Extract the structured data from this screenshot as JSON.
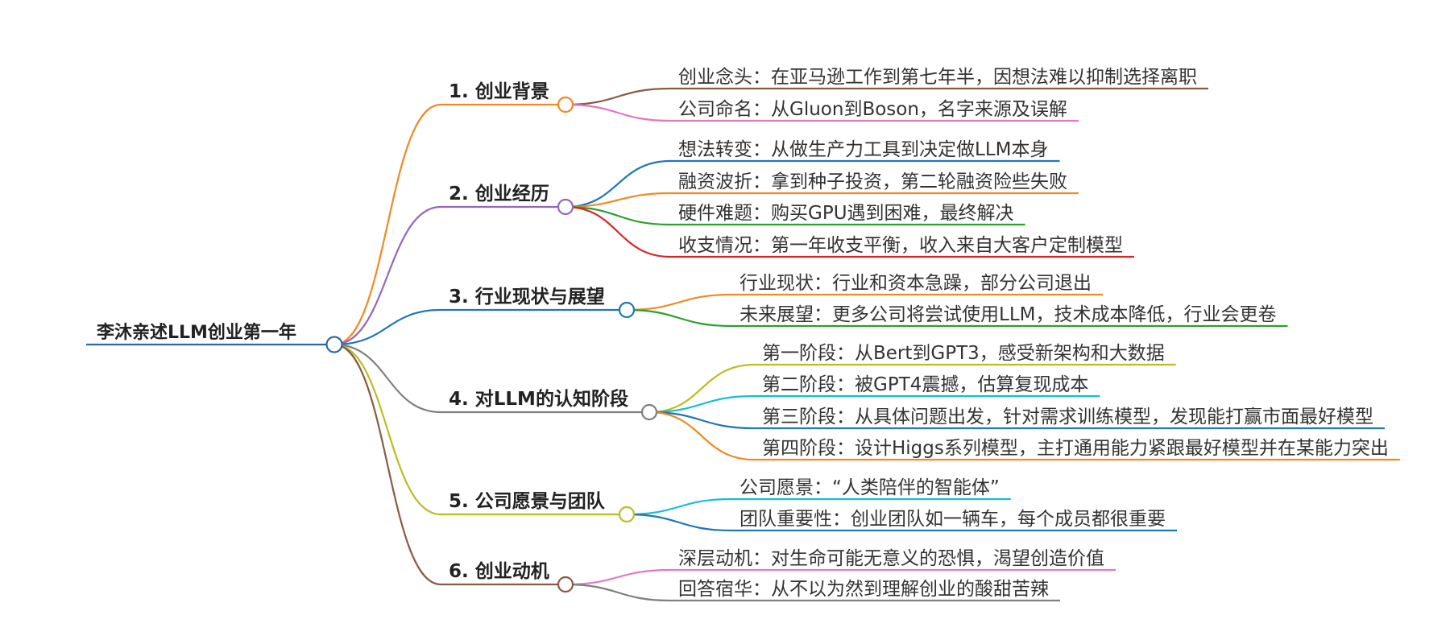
{
  "mindmap": {
    "root": {
      "label": "李沐亲述LLM创业第一年",
      "color": "#2b6aa8"
    },
    "branches": [
      {
        "label": "1. 创业背景",
        "color": "#f08a24",
        "children": [
          {
            "label": "创业念头：在亚马逊工作到第七年半，因想法难以抑制选择离职",
            "color": "#8a5a44"
          },
          {
            "label": "公司命名：从Gluon到Boson，名字来源及误解",
            "color": "#e377c2"
          }
        ]
      },
      {
        "label": "2. 创业经历",
        "color": "#9467bd",
        "children": [
          {
            "label": "想法转变：从做生产力工具到决定做LLM本身",
            "color": "#1f77b4"
          },
          {
            "label": "融资波折：拿到种子投资，第二轮融资险些失败",
            "color": "#f08a24"
          },
          {
            "label": "硬件难题：购买GPU遇到困难，最终解决",
            "color": "#2ca02c"
          },
          {
            "label": "收支情况：第一年收支平衡，收入来自大客户定制模型",
            "color": "#d62728"
          }
        ]
      },
      {
        "label": "3. 行业现状与展望",
        "color": "#1f77b4",
        "children": [
          {
            "label": "行业现状：行业和资本急躁，部分公司退出",
            "color": "#f08a24"
          },
          {
            "label": "未来展望：更多公司将尝试使用LLM，技术成本降低，行业会更卷",
            "color": "#2ca02c"
          }
        ]
      },
      {
        "label": "4. 对LLM的认知阶段",
        "color": "#7f7f7f",
        "children": [
          {
            "label": "第一阶段：从Bert到GPT3，感受新架构和大数据",
            "color": "#bcbd22"
          },
          {
            "label": "第二阶段：被GPT4震撼，估算复现成本",
            "color": "#17becf"
          },
          {
            "label": "第三阶段：从具体问题出发，针对需求训练模型，发现能打赢市面最好模型",
            "color": "#1f77b4"
          },
          {
            "label": "第四阶段：设计Higgs系列模型，主打通用能力紧跟最好模型并在某能力突出",
            "color": "#f08a24"
          }
        ]
      },
      {
        "label": "5. 公司愿景与团队",
        "color": "#bcbd22",
        "children": [
          {
            "label": "公司愿景：“人类陪伴的智能体”",
            "color": "#17becf"
          },
          {
            "label": "团队重要性：创业团队如一辆车，每个成员都很重要",
            "color": "#1f77b4"
          }
        ]
      },
      {
        "label": "6. 创业动机",
        "color": "#8a5a44",
        "children": [
          {
            "label": "深层动机：对生命可能无意义的恐惧，渴望创造价值",
            "color": "#e377c2"
          },
          {
            "label": "回答宿华：从不以为然到理解创业的酸甜苦辣",
            "color": "#7f7f7f"
          }
        ]
      }
    ]
  }
}
